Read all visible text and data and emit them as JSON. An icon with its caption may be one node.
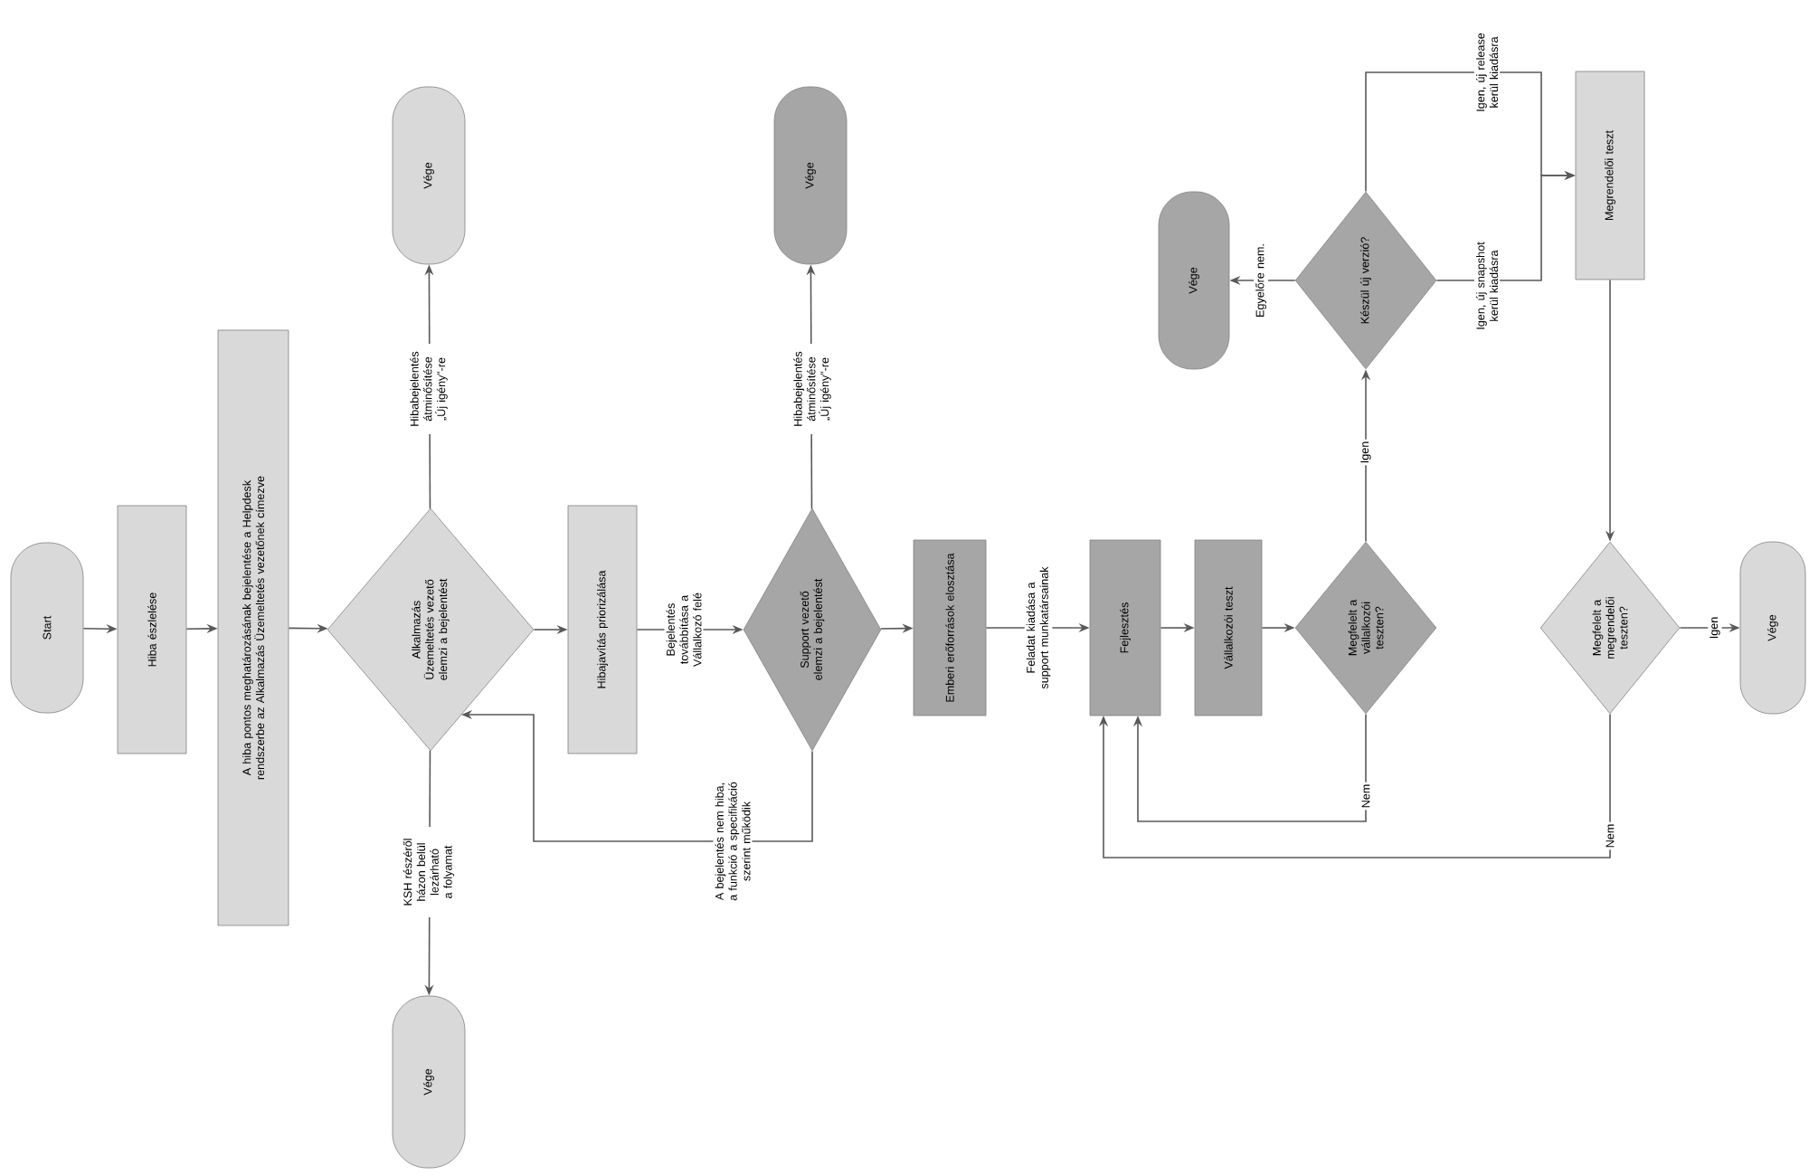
{
  "diagram": {
    "nodes": [
      {
        "text": [
          "Start"
        ]
      },
      {
        "text": [
          "Hiba észlelése"
        ]
      },
      {
        "text": [
          "A hiba pontos meghatározásának bejelentése a Helpdesk rendszerbe az Alkalmazás Üzemeltetés vezetőnek címezve"
        ]
      },
      {
        "text": [
          "Alkalmazás Üzemeltetés vezető elemzi a bejelentést"
        ]
      },
      {
        "text": [
          "Vége"
        ]
      },
      {
        "text": [
          "Vége"
        ]
      },
      {
        "text": [
          "Hibajavítás priorizálása"
        ]
      },
      {
        "text": [
          "Support vezető elemzi a bejelentést"
        ]
      },
      {
        "text": [
          "Vége"
        ]
      },
      {
        "text": [
          "Emberi erőforrások elosztása"
        ]
      },
      {
        "text": [
          "Fejlesztés"
        ]
      },
      {
        "text": [
          "Vállalkozói teszt"
        ]
      },
      {
        "text": [
          "Megfelelt a vállalkozói teszten?"
        ]
      },
      {
        "text": [
          "Készül új verzió?"
        ]
      },
      {
        "text": [
          "Vége"
        ]
      },
      {
        "text": [
          "Megrendelői teszt"
        ]
      },
      {
        "text": [
          "Megfelelt a megrendelői teszten?"
        ]
      },
      {
        "text": [
          "Vége"
        ]
      }
    ],
    "edges": [
      {
        "from": 0,
        "to": 1,
        "arrow": "to"
      },
      {
        "from": 1,
        "to": 2,
        "arrow": "to"
      },
      {
        "from": 2,
        "to": 3,
        "arrow": "to"
      },
      {
        "from": 3,
        "to": 4,
        "arrow": "to",
        "label": "Hibabejelentés átminősítése „Új igény”-re"
      },
      {
        "from": 3,
        "to": 5,
        "arrow": "to",
        "label": "KSH részéről házon belül lezárható a folyamat"
      },
      {
        "from": 3,
        "to": 6,
        "arrow": "to"
      },
      {
        "from": 6,
        "to": 7,
        "arrow": "to",
        "label": "Bejelentés továbbítása a Vállalkozó felé"
      },
      {
        "from": 7,
        "to": 8,
        "arrow": "to",
        "label": "Hibabejelentés átminősítése „Új igény”-re"
      },
      {
        "from": 7,
        "to": 3,
        "arrow": "to",
        "label": "A bejelentés nem hiba, a funkció a specifikáció szerint működik"
      },
      {
        "from": 7,
        "to": 9,
        "arrow": "to"
      },
      {
        "from": 9,
        "to": 10,
        "arrow": "to",
        "label": "Feladat kiadása a support munkatársainak"
      },
      {
        "from": 10,
        "to": 11,
        "arrow": "to"
      },
      {
        "from": 11,
        "to": 12,
        "arrow": "to"
      },
      {
        "from": 12,
        "to": 10,
        "arrow": "to",
        "label": "Nem"
      },
      {
        "from": 12,
        "to": 13,
        "arrow": "to",
        "label": "Igen"
      },
      {
        "from": 13,
        "to": 14,
        "arrow": "to",
        "label": "Egyelőre nem."
      },
      {
        "from": 13,
        "to": 15,
        "arrow": "to",
        "label": "Igen, új snapshot kerül kiadásra"
      },
      {
        "from": 13,
        "to": 15,
        "arrow": "to",
        "label": "Igen, új release kerül kiadásra"
      },
      {
        "from": 15,
        "to": 16,
        "arrow": "to"
      },
      {
        "from": 16,
        "to": 17,
        "arrow": "to",
        "label": "Igen"
      },
      {
        "from": 16,
        "to": 10,
        "arrow": "to",
        "label": "Nem"
      }
    ]
  }
}
